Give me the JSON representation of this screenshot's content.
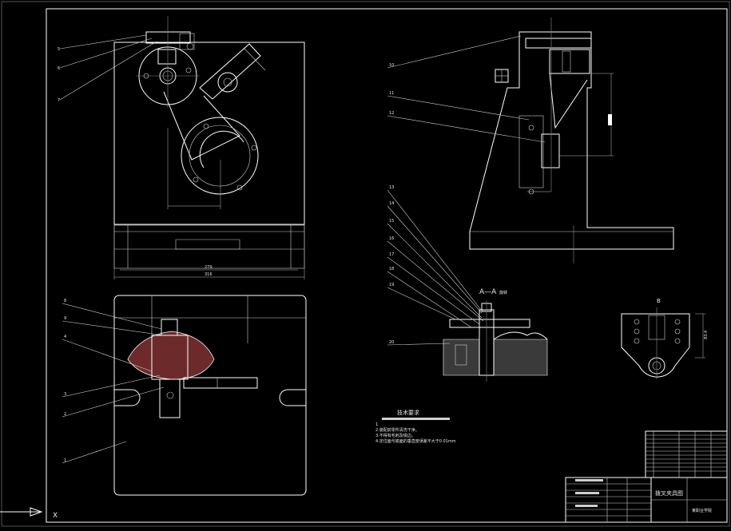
{
  "section_label": "A—A",
  "section_label_note": "旋转",
  "view_label_b": "B",
  "tech_requirements": {
    "title": "技术要求",
    "lines": [
      "1.",
      "2.装配前零件清洗干净。",
      "3.不得有毛刺及锐边。",
      "4.定位面与底面的垂直度误差不大于0.01mm"
    ]
  },
  "dimensions": {
    "width_inner": "279",
    "width_outer": "316",
    "height_side": "83.4"
  },
  "title_block": {
    "drawing_name": "拨叉夹具图",
    "school": "某职业学院"
  },
  "coordinate_axis": {
    "x_label": "X"
  }
}
